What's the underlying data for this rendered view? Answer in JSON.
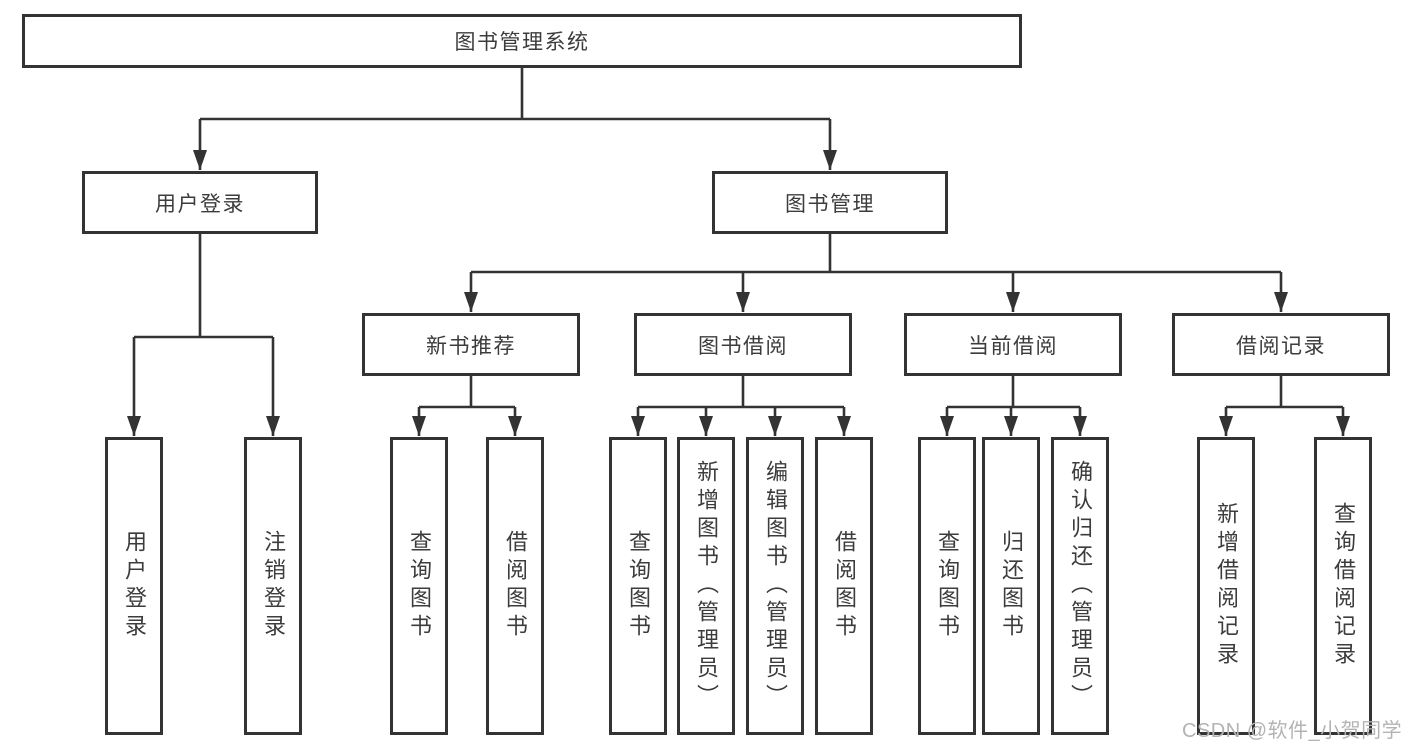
{
  "colors": {
    "line": "#333333",
    "text": "#3c3c3c",
    "box_bg": "#ffffff",
    "watermark": "#b3b3b3",
    "bg": "#ffffff"
  },
  "nodes": {
    "root": {
      "label": "图书管理系统"
    },
    "user_login": {
      "label": "用户登录"
    },
    "book_mgmt": {
      "label": "图书管理"
    },
    "new_books": {
      "label": "新书推荐"
    },
    "book_borrow": {
      "label": "图书借阅"
    },
    "current_borrow": {
      "label": "当前借阅"
    },
    "borrow_records": {
      "label": "借阅记录"
    },
    "leaf_user_login": {
      "label": "用户登录"
    },
    "leaf_logout": {
      "label": "注销登录"
    },
    "leaf_nb_query": {
      "label": "查询图书"
    },
    "leaf_nb_borrow": {
      "label": "借阅图书"
    },
    "leaf_bb_query": {
      "label": "查询图书"
    },
    "leaf_bb_add": {
      "label": "新增图书（管理员）"
    },
    "leaf_bb_edit": {
      "label": "编辑图书（管理员）"
    },
    "leaf_bb_borrow": {
      "label": "借阅图书"
    },
    "leaf_cb_query": {
      "label": "查询图书"
    },
    "leaf_cb_return": {
      "label": "归还图书"
    },
    "leaf_cb_confirm": {
      "label": "确认归还（管理员）"
    },
    "leaf_br_add": {
      "label": "新增借阅记录"
    },
    "leaf_br_query": {
      "label": "查询借阅记录"
    }
  },
  "watermark": "CSDN @软件_小贺同学"
}
